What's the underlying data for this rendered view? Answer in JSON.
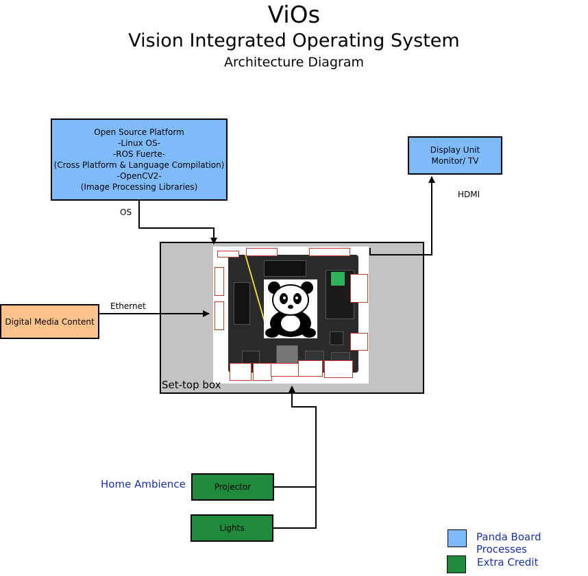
{
  "title": {
    "main": "ViOs",
    "subtitle": "Vision Integrated Operating System",
    "caption": "Architecture Diagram"
  },
  "nodes": {
    "os_platform": {
      "lines": [
        "Open Source Platform",
        "-Linux OS-",
        "-ROS Fuerte-",
        "(Cross Platform & Language Compilation)",
        "-OpenCV2-",
        "(Image Processing Libraries)"
      ]
    },
    "display_unit": {
      "lines": [
        "Display Unit",
        "Monitor/ TV"
      ]
    },
    "digital_media": {
      "label": "Digital Media Content"
    },
    "set_top_box": {
      "label": "Set-top box"
    },
    "projector": {
      "label": "Projector"
    },
    "lights": {
      "label": "Lights"
    }
  },
  "edges": {
    "os": "OS",
    "hdmi": "HDMI",
    "ethernet": "Ethernet"
  },
  "group_label": "Home Ambience",
  "legend": [
    {
      "label": "Panda Board Processes",
      "color": "#7fbbfb"
    },
    {
      "label": "Extra Credit",
      "color": "#1e8a3c"
    }
  ],
  "colors": {
    "blue": "#7fbbfb",
    "green": "#1e8a3c",
    "orange": "#fbc28b",
    "gray": "#c3c3c3",
    "label_blue": "#1a2fb8"
  }
}
